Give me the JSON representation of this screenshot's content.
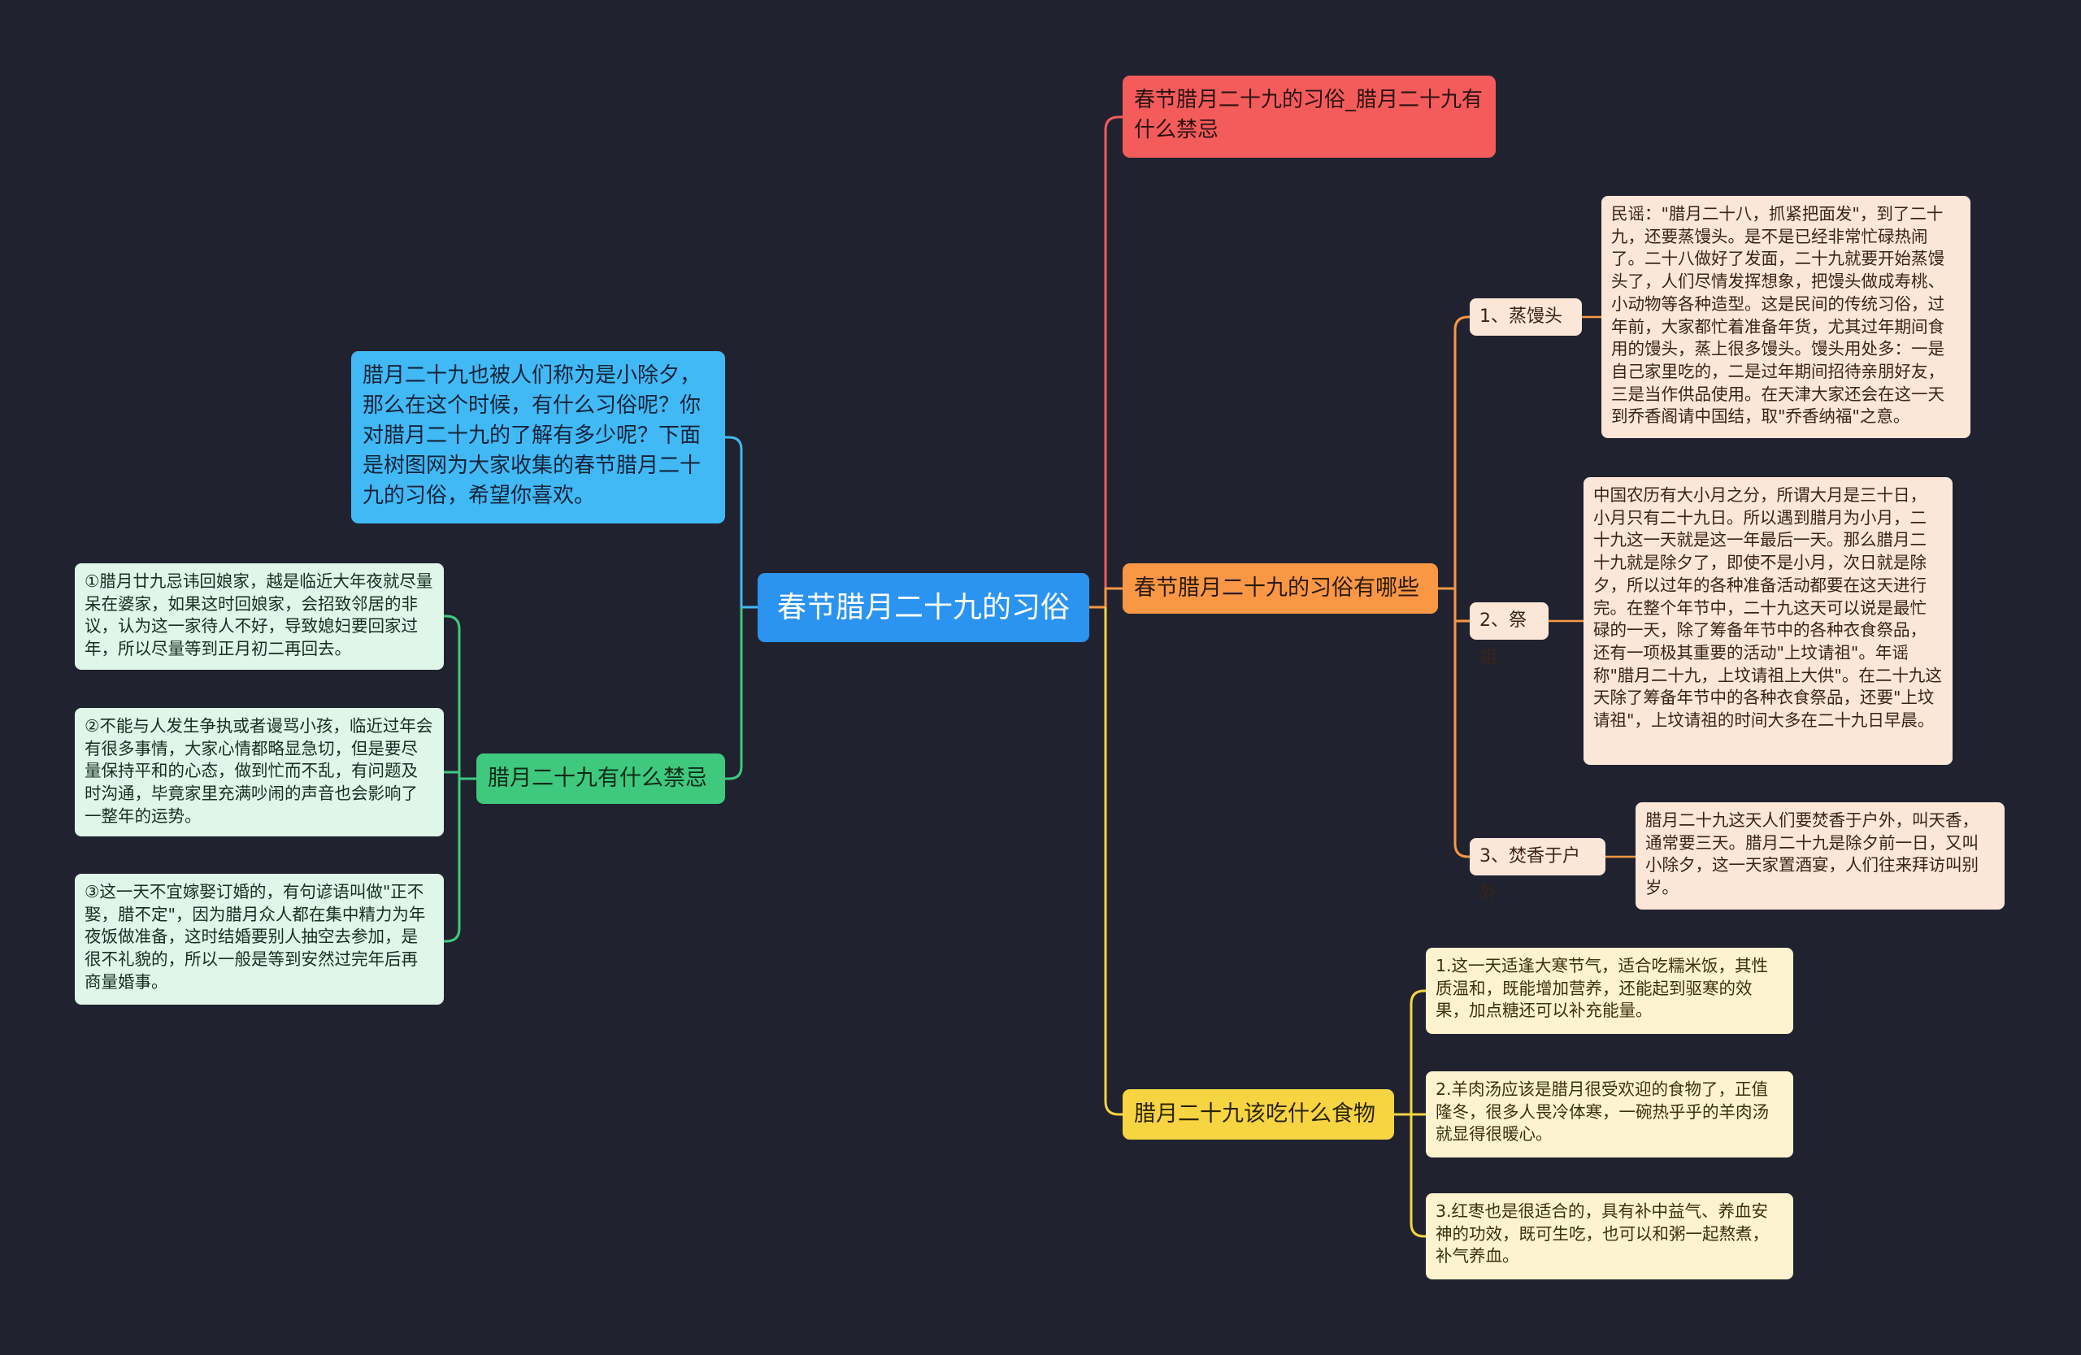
{
  "root": {
    "label": "春节腊月二十九的习俗"
  },
  "intro": {
    "text": "腊月二十九也被人们称为是小除夕，那么在这个时候，有什么习俗呢？你对腊月二十九的了解有多少呢？下面是树图网为大家收集的春节腊月二十九的习俗，希望你喜欢。"
  },
  "branches": {
    "title_topic": {
      "label": "春节腊月二十九的习俗_腊月二十九有什么禁忌"
    },
    "customs": {
      "label": "春节腊月二十九的习俗有哪些",
      "items": [
        {
          "label": "1、蒸馒头",
          "detail": "民谣：\"腊月二十八，抓紧把面发\"，到了二十九，还要蒸馒头。是不是已经非常忙碌热闹了。二十八做好了发面，二十九就要开始蒸馒头了，人们尽情发挥想象，把馒头做成寿桃、小动物等各种造型。这是民间的传统习俗，过年前，大家都忙着准备年货，尤其过年期间食用的馒头，蒸上很多馒头。馒头用处多：一是自己家里吃的，二是过年期间招待亲朋好友，三是当作供品使用。在天津大家还会在这一天到乔香阁请中国结，取\"乔香纳福\"之意。"
        },
        {
          "label": "2、祭祖",
          "detail": "中国农历有大小月之分，所谓大月是三十日，小月只有二十九日。所以遇到腊月为小月，二十九这一天就是这一年最后一天。那么腊月二十九就是除夕了，即使不是小月，次日就是除夕，所以过年的各种准备活动都要在这天进行完。在整个年节中，二十九这天可以说是最忙碌的一天，除了筹备年节中的各种衣食祭品，还有一项极其重要的活动\"上坟请祖\"。年谣称\"腊月二十九，上坟请祖上大供\"。在二十九这天除了筹备年节中的各种衣食祭品，还要\"上坟请祖\"，上坟请祖的时间大多在二十九日早晨。"
        },
        {
          "label": "3、焚香于户外",
          "detail": "腊月二十九这天人们要焚香于户外，叫天香，通常要三天。腊月二十九是除夕前一日，又叫小除夕，这一天家置酒宴，人们往来拜访叫别岁。"
        }
      ]
    },
    "foods": {
      "label": "腊月二十九该吃什么食物",
      "items": [
        "1.这一天适逢大寒节气，适合吃糯米饭，其性质温和，既能增加营养，还能起到驱寒的效果，加点糖还可以补充能量。",
        "2.羊肉汤应该是腊月很受欢迎的食物了，正值隆冬，很多人畏冷体寒，一碗热乎乎的羊肉汤就显得很暖心。",
        "3.红枣也是很适合的，具有补中益气、养血安神的功效，既可生吃，也可以和粥一起熬煮，补气养血。"
      ]
    },
    "taboos": {
      "label": "腊月二十九有什么禁忌",
      "items": [
        "①腊月廿九忌讳回娘家，越是临近大年夜就尽量呆在婆家，如果这时回娘家，会招致邻居的非议，认为这一家待人不好，导致媳妇要回家过年，所以尽量等到正月初二再回去。",
        "②不能与人发生争执或者谩骂小孩，临近过年会有很多事情，大家心情都略显急切，但是要尽量保持平和的心态，做到忙而不乱，有问题及时沟通，毕竟家里充满吵闹的声音也会影响了一整年的运势。",
        "③这一天不宜嫁娶订婚的，有句谚语叫做\"正不娶，腊不定\"，因为腊月众人都在集中精力为年夜饭做准备，这时结婚要别人抽空去参加，是很不礼貌的，所以一般是等到安然过完年后再商量婚事。"
      ]
    }
  },
  "colors": {
    "background": "#20232f",
    "root": "#2b93f0",
    "intro": "#41b9f4",
    "red": "#f45b5b",
    "orange": "#f99745",
    "yellow": "#f7d441",
    "green": "#3ec97e"
  }
}
